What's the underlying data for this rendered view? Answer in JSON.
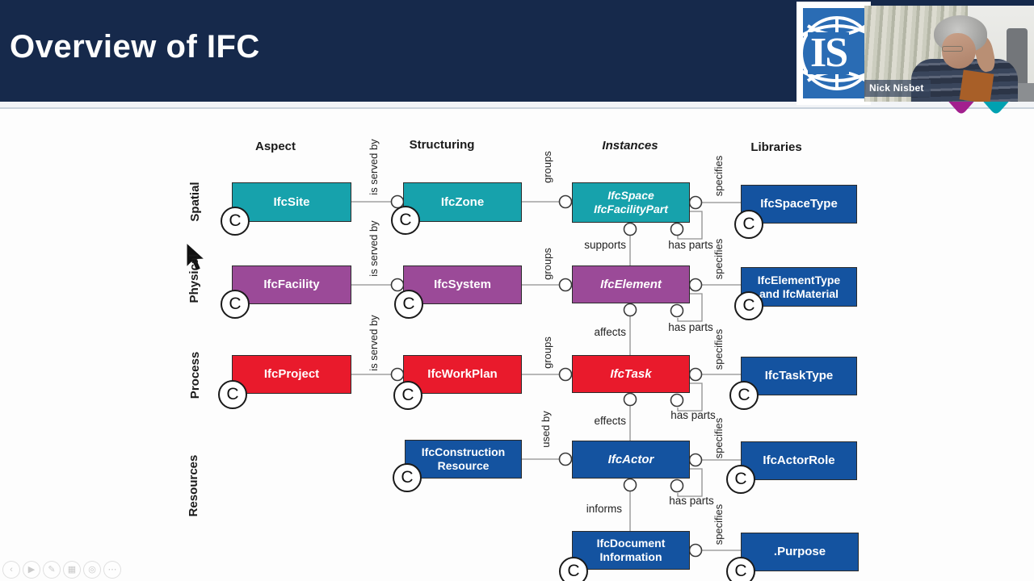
{
  "header": {
    "title": "Overview of IFC"
  },
  "logo": {
    "text": "IS"
  },
  "webcam": {
    "name_label": "Nick Nisbet"
  },
  "diagram": {
    "columns": [
      {
        "label": "Aspect"
      },
      {
        "label": "Structuring"
      },
      {
        "label": "Instances"
      },
      {
        "label": "Libraries"
      }
    ],
    "rows": [
      {
        "label": "Spatial"
      },
      {
        "label": "Physical"
      },
      {
        "label": "Process"
      },
      {
        "label": "Resources"
      }
    ],
    "nodes": {
      "site": {
        "label": "IfcSite"
      },
      "zone": {
        "label": "IfcZone"
      },
      "space": {
        "line1": "IfcSpace",
        "line2": "IfcFacilityPart"
      },
      "space_type": {
        "label": "IfcSpaceType"
      },
      "facility": {
        "label": "IfcFacility"
      },
      "system": {
        "label": "IfcSystem"
      },
      "element": {
        "label": "IfcElement"
      },
      "element_type": {
        "line1": "IfcElementType",
        "line2": "and IfcMaterial"
      },
      "project": {
        "label": "IfcProject"
      },
      "work_plan": {
        "label": "IfcWorkPlan"
      },
      "task": {
        "label": "IfcTask"
      },
      "task_type": {
        "label": "IfcTaskType"
      },
      "construction_resource": {
        "line1": "IfcConstruction",
        "line2": "Resource"
      },
      "actor": {
        "label": "IfcActor"
      },
      "actor_role": {
        "label": "IfcActorRole"
      },
      "document_information": {
        "line1": "IfcDocument",
        "line2": "Information"
      },
      "purpose": {
        "label": ".Purpose"
      }
    },
    "edge_labels": {
      "is_served_by": "is served by",
      "groups": "groups",
      "specifies": "specifies",
      "used_by": "used by",
      "supports": "supports",
      "affects": "affects",
      "effects": "effects",
      "informs": "informs",
      "has_parts": "has parts"
    },
    "class_marker": "C",
    "colors": {
      "header_navy": "#16294b",
      "spatial_teal": "#17a2ac",
      "physical_purple": "#9b4a98",
      "process_red": "#e91a2c",
      "library_blue": "#1453a0",
      "chevron_purple": "#a2208e",
      "chevron_teal": "#00a1b1",
      "logo_blue": "#2a6cb4"
    }
  },
  "media_controls": {
    "items": [
      {
        "name": "previous",
        "glyph": "‹"
      },
      {
        "name": "play",
        "glyph": "▶"
      },
      {
        "name": "pen",
        "glyph": "✎"
      },
      {
        "name": "frames",
        "glyph": "▦"
      },
      {
        "name": "zoom",
        "glyph": "◎"
      },
      {
        "name": "more",
        "glyph": "⋯"
      }
    ]
  }
}
